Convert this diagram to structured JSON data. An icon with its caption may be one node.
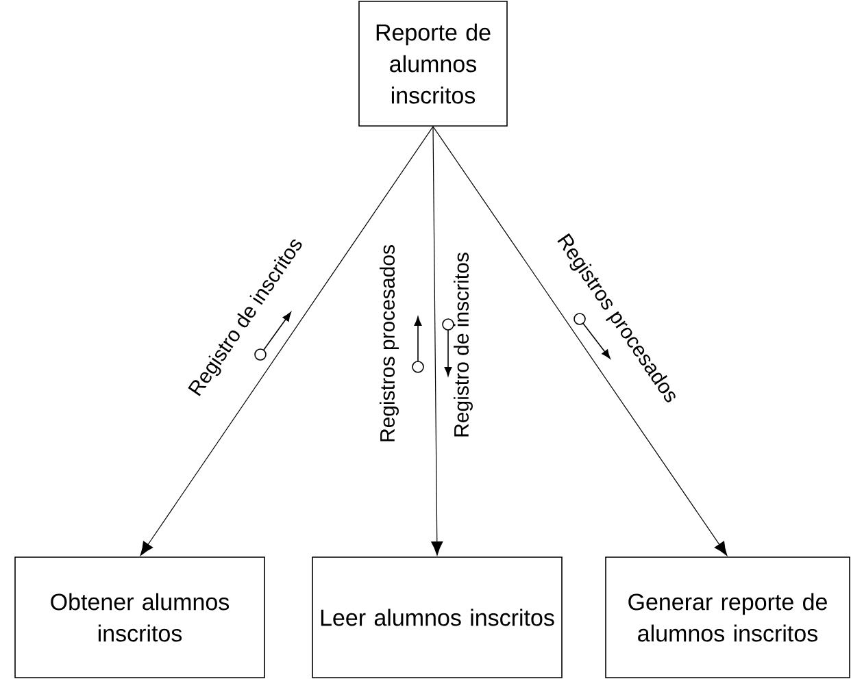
{
  "diagram": {
    "nodes": [
      {
        "text": [
          "Reporte de alumnos inscritos"
        ]
      },
      {
        "text": [
          "Obtener alumnos inscritos"
        ]
      },
      {
        "text": [
          "Leer alumnos inscritos"
        ]
      },
      {
        "text": [
          "Generar reporte de alumnos inscritos"
        ]
      }
    ],
    "edges": [
      {
        "from": 0,
        "to": 1,
        "arrow": "to"
      },
      {
        "from": 0,
        "to": 2,
        "arrow": "to"
      },
      {
        "from": 0,
        "to": 3,
        "arrow": "to"
      }
    ],
    "labels": [
      "Registro de inscritos",
      "Registros procesados",
      "Registro de inscritos",
      "Registros procesados"
    ]
  }
}
